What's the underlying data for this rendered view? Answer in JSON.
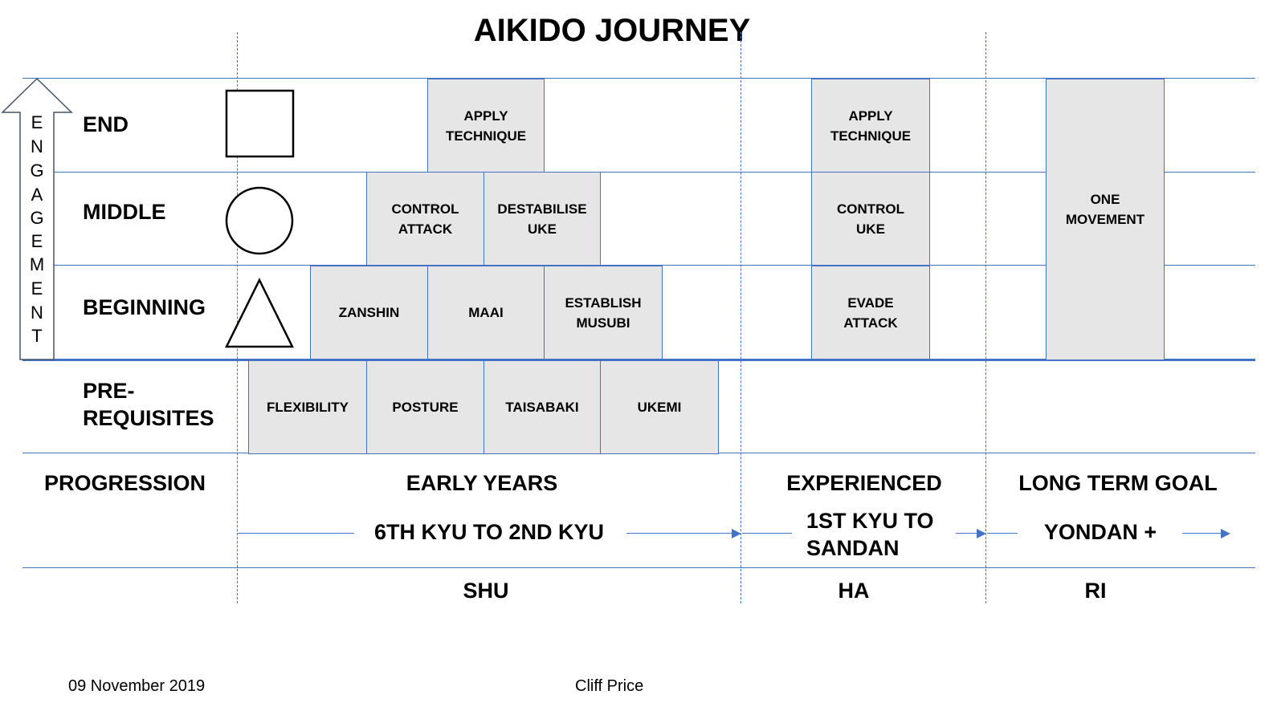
{
  "title": "AIKIDO JOURNEY",
  "engagement_letters": [
    "E",
    "N",
    "G",
    "A",
    "G",
    "E",
    "M",
    "E",
    "N",
    "T"
  ],
  "rows": {
    "end": "END",
    "middle": "MIDDLE",
    "beginning": "BEGINNING",
    "prerequisites": "PRE-\nREQUISITES",
    "progression": "PROGRESSION"
  },
  "boxes": {
    "apply_technique_1": "APPLY\nTECHNIQUE",
    "control_attack": "CONTROL\nATTACK",
    "destabilise_uke": "DESTABILISE\nUKE",
    "zanshin": "ZANSHIN",
    "maai": "MAAI",
    "establish_musubi": "ESTABLISH\nMUSUBI",
    "flexibility": "FLEXIBILITY",
    "posture": "POSTURE",
    "taisabaki": "TAISABAKI",
    "ukemi": "UKEMI",
    "apply_technique_2": "APPLY\nTECHNIQUE",
    "control_uke": "CONTROL\nUKE",
    "evade_attack": "EVADE\nATTACK",
    "one_movement": "ONE\nMOVEMENT"
  },
  "phases": {
    "early_years": "EARLY YEARS",
    "experienced": "EXPERIENCED",
    "long_term_goal": "LONG TERM GOAL",
    "early_ranks": "6TH KYU TO 2ND KYU",
    "experienced_ranks": "1ST KYU TO\nSANDAN",
    "long_term_ranks": "YONDAN +",
    "shu": "SHU",
    "ha": "HA",
    "ri": "RI"
  },
  "footer": {
    "date": "09 November 2019",
    "author": "Cliff Price"
  }
}
